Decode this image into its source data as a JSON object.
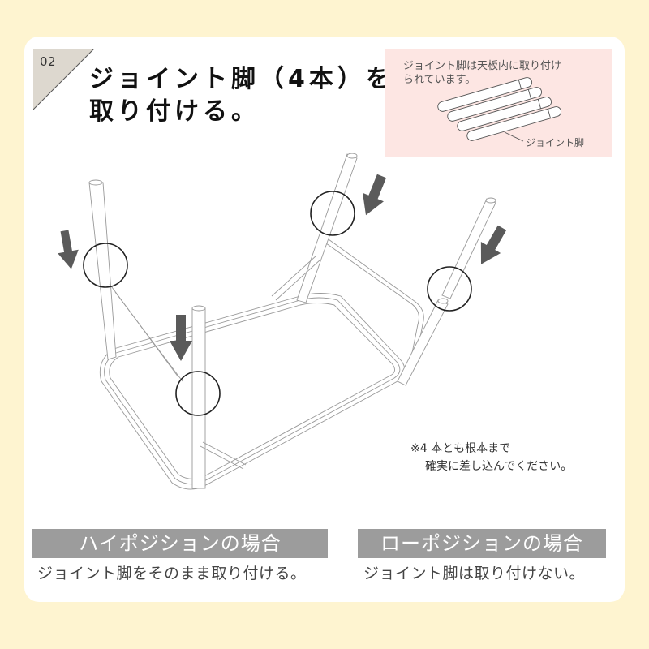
{
  "step": {
    "number": "02",
    "title_line1": "ジョイント脚（4本）を",
    "title_line2": "取り付ける。"
  },
  "info_box": {
    "text_line1": "ジョイント脚は天板内に取り付け",
    "text_line2": "られています。",
    "leg_label": "ジョイント脚",
    "background_color": "#fde6e3"
  },
  "note": {
    "line1": "※4 本とも根本まで",
    "line2": "確実に差し込んでください。"
  },
  "modes": [
    {
      "header": "ハイポジションの場合",
      "description": "ジョイント脚をそのまま取り付ける。"
    },
    {
      "header": "ローポジションの場合",
      "description": "ジョイント脚は取り付けない。"
    }
  ],
  "colors": {
    "page_background": "#fef4d0",
    "card_background": "#ffffff",
    "header_bar": "#9c9c9c",
    "arrow": "#5a5a5a",
    "badge": "#ddd8cf"
  },
  "illustration": {
    "subject": "upside-down folding table with four joint legs",
    "callouts": 4,
    "arrows": 4
  }
}
